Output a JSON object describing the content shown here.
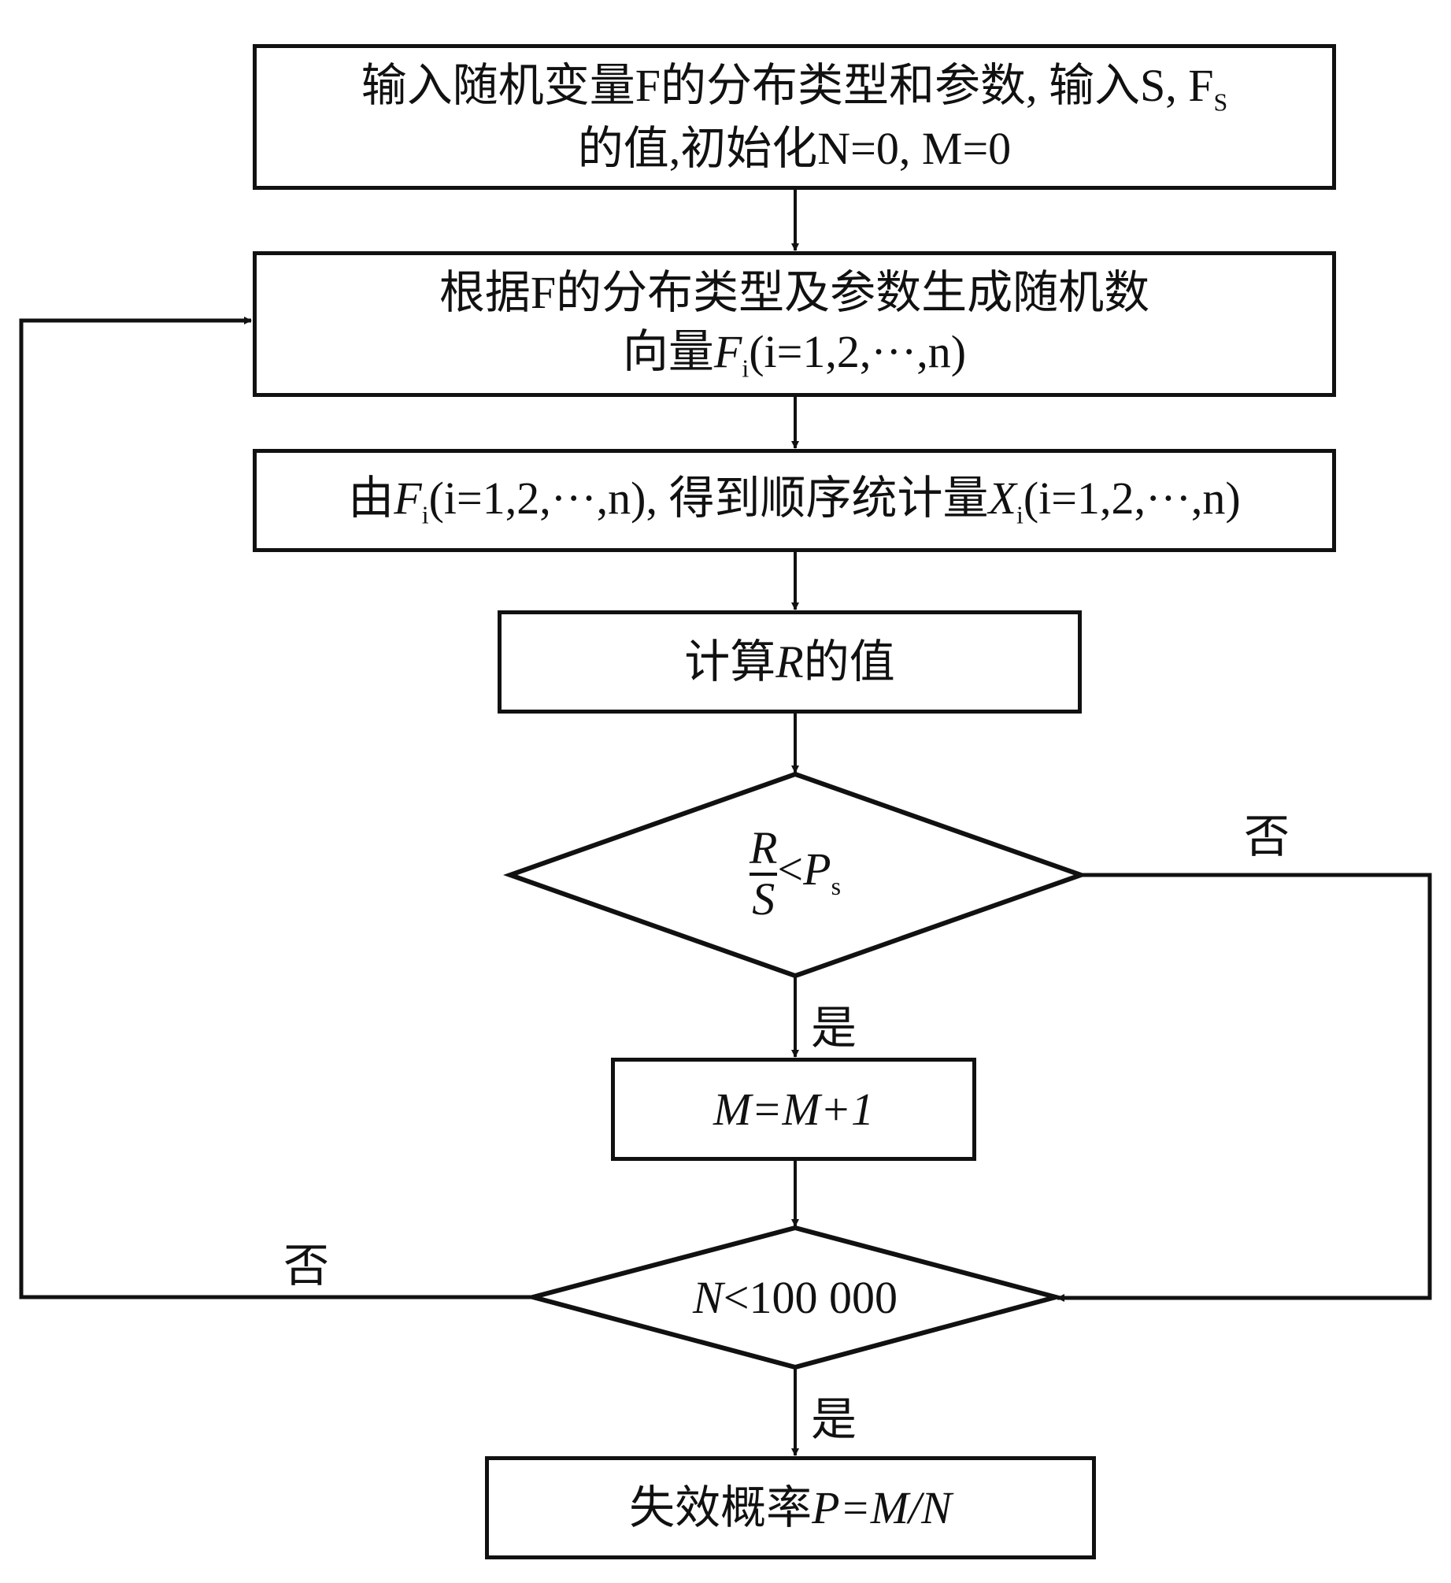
{
  "diagram": {
    "type": "flowchart",
    "nodes": {
      "input": {
        "line1": "输入随机变量F的分布类型和参数, 输入S, F",
        "line1_sub": "S",
        "line2": "的值,初始化N=0, M=0"
      },
      "generate": {
        "line1": "根据F的分布类型及参数生成随机数",
        "line2_prefix": "向量",
        "var": "F",
        "sub": "i",
        "range": "(i=1,2,···,n)"
      },
      "order_stats": {
        "prefix": "由",
        "var1": "F",
        "sub1": "i",
        "range1": "(i=1,2,···,n), 得到顺序统计量",
        "var2": "X",
        "sub2": "i",
        "range2": "(i=1,2,···,n)"
      },
      "compute_r": {
        "prefix": "计算",
        "var": "R",
        "suffix": "的值"
      },
      "decision_ratio": {
        "numerator": "R",
        "denominator": "S",
        "op": "<",
        "rhs": "P",
        "rhs_sub": "s"
      },
      "increment": {
        "text": "M=M+1"
      },
      "decision_count": {
        "var": "N",
        "text": "<100 000"
      },
      "result": {
        "prefix": "失效概率",
        "formula": "P=M/N"
      }
    },
    "edge_labels": {
      "ratio_no": "否",
      "ratio_yes": "是",
      "count_no": "否",
      "count_yes": "是"
    }
  }
}
